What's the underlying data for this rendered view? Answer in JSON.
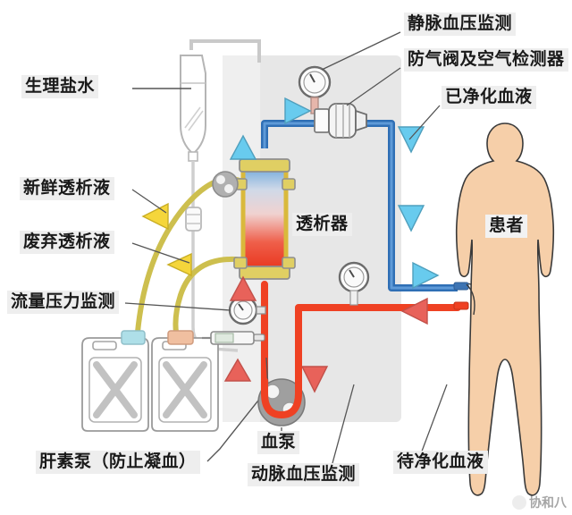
{
  "diagram": {
    "title_subject": "hemodialysis-circuit",
    "labels": {
      "saline": "生理盐水",
      "fresh_dialysate": "新鲜透析液",
      "waste_dialysate": "废弃透析液",
      "flow_pressure_monitor": "流量压力监测",
      "heparin_pump": "肝素泵（防止凝血）",
      "blood_pump": "血泵",
      "arterial_pressure_monitor": "动脉血压监测",
      "unpurified_blood": "待净化血液",
      "venous_pressure_monitor": "静脉血压监测",
      "air_valve_detector": "防气阀及空气检测器",
      "purified_blood": "已净化血液",
      "dialyzer": "透析器",
      "patient": "患者"
    },
    "colors": {
      "venous_blue": "#2f6fb5",
      "arterial_red": "#ef4123",
      "dialysate_yellow": "#d9c84a",
      "machine_panel": "#e6e6e6",
      "skin": "#f5cba7",
      "label_bg": "#eeeeee",
      "arrow_blue": "#5ec8ef",
      "arrow_red": "#e8625a",
      "arrow_yellow": "#f2d32e",
      "pump_grey": "#9a9a9a"
    },
    "icons": {
      "saline_bag": "iv-bag-icon",
      "venous_gauge": "pressure-gauge-icon",
      "arterial_gauge": "pressure-gauge-icon",
      "flow_gauge": "pressure-gauge-icon",
      "air_detector": "air-trap-detector-icon",
      "blood_pump": "roller-pump-icon",
      "dialyzer": "dialyzer-cartridge-icon",
      "syringe": "heparin-syringe-icon",
      "jug_fresh": "dialysate-jug-icon",
      "jug_waste": "dialysate-jug-icon",
      "patient": "patient-silhouette-icon",
      "arrow_blue_up": "arrow-icon",
      "arrow_blue_down": "arrow-icon",
      "arrow_blue_right": "arrow-icon",
      "arrow_red_up": "arrow-icon",
      "arrow_red_down": "arrow-icon",
      "arrow_red_left": "arrow-icon",
      "arrow_yellow_left": "arrow-icon"
    },
    "watermark": {
      "text": "协和八",
      "icon": "wechat-avatar-icon"
    }
  }
}
